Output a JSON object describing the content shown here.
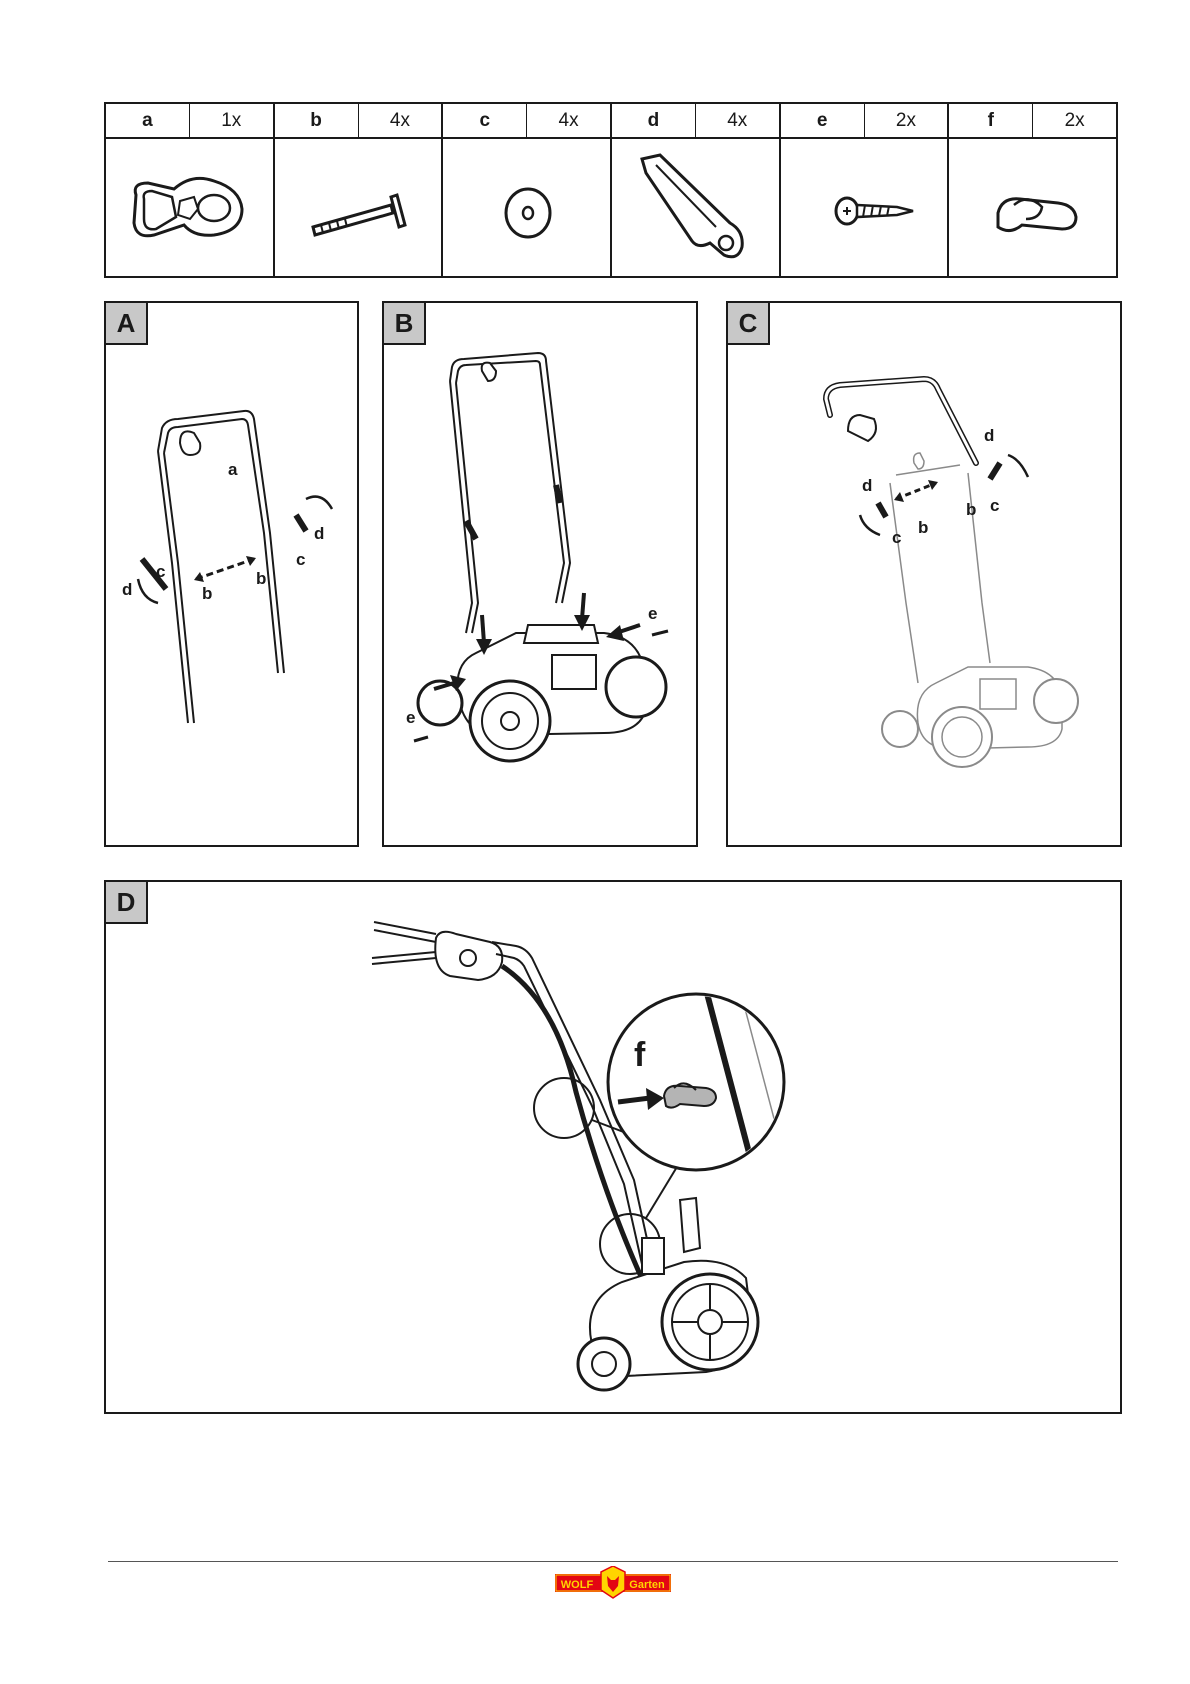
{
  "parts": [
    {
      "letter": "a",
      "qty": "1x",
      "icon": "handle-tensioner-icon"
    },
    {
      "letter": "b",
      "qty": "4x",
      "icon": "bolt-icon"
    },
    {
      "letter": "c",
      "qty": "4x",
      "icon": "washer-icon"
    },
    {
      "letter": "d",
      "qty": "4x",
      "icon": "clamp-lever-icon"
    },
    {
      "letter": "e",
      "qty": "2x",
      "icon": "screw-icon"
    },
    {
      "letter": "f",
      "qty": "2x",
      "icon": "cable-clip-icon"
    }
  ],
  "panels": {
    "A": {
      "label": "A",
      "callouts": {
        "a": "a",
        "b1": "b",
        "b2": "b",
        "c1": "c",
        "c2": "c",
        "d1": "d",
        "d2": "d"
      }
    },
    "B": {
      "label": "B",
      "callouts": {
        "e1": "e",
        "e2": "e"
      }
    },
    "C": {
      "label": "C",
      "callouts": {
        "b1": "b",
        "b2": "b",
        "c1": "c",
        "c2": "c",
        "d1": "d",
        "d2": "d"
      }
    },
    "D": {
      "label": "D",
      "callouts": {
        "f": "f"
      }
    }
  },
  "footer": {
    "logo_left": "WOLF",
    "logo_right": "Garten",
    "logo_colors": {
      "red": "#e30613",
      "yellow": "#ffd500"
    }
  }
}
